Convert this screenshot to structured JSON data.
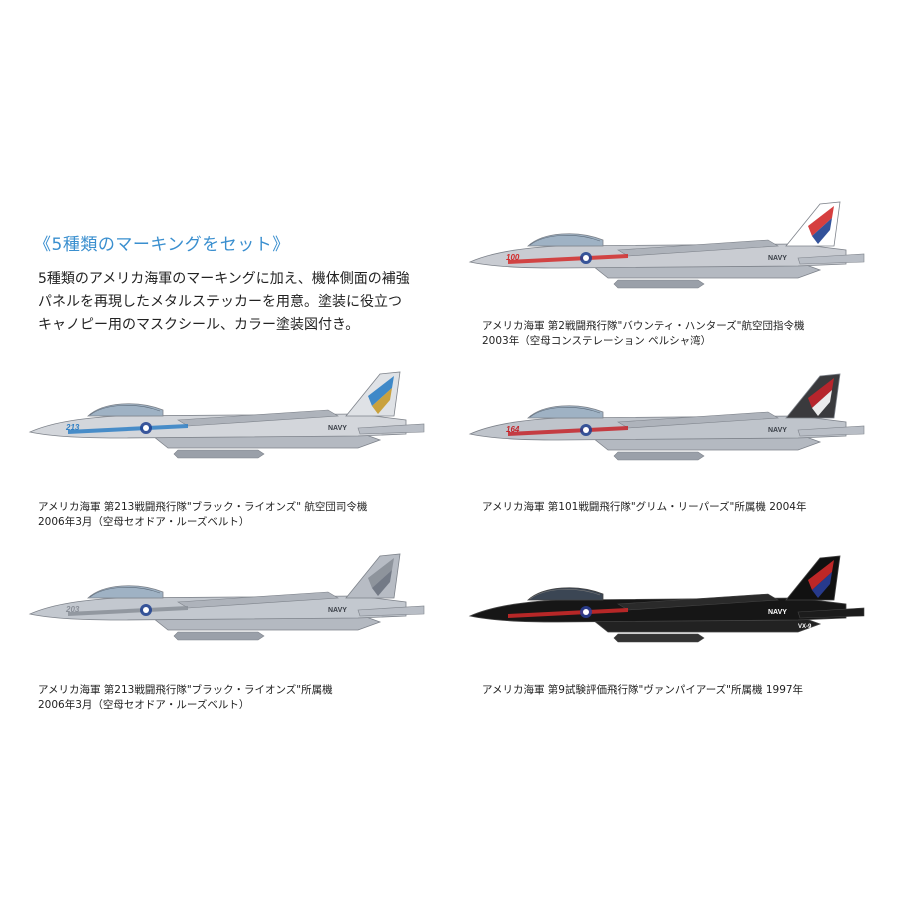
{
  "heading": "《5種類のマーキングをセット》",
  "intro_lines": [
    "5種類のアメリカ海軍のマーキングに加え、機体側面の補強",
    "パネルを再現したメタルステッカーを用意。塗装に役立つ",
    "キャノピー用のマスクシール、カラー塗装図付き。"
  ],
  "markings": [
    {
      "caption_lines": [
        "アメリカ海軍 第2戦闘飛行隊\"バウンティ・ハンターズ\"航空団指令機",
        "2003年（空母コンステレーション ペルシャ湾）"
      ],
      "nose_number": "100",
      "side_text": "NAVY",
      "fuselage_color": "#c9ccd2",
      "tail_color": "#ffffff",
      "accent_color": "#d22a2a",
      "accent2_color": "#1d3f8f"
    },
    {
      "caption_lines": [
        "アメリカ海軍 第213戦闘飛行隊\"ブラック・ライオンズ\" 航空団司令機",
        "2006年3月（空母セオドア・ルーズベルト）"
      ],
      "nose_number": "213",
      "side_text": "NAVY",
      "fuselage_color": "#d3d6db",
      "tail_color": "#dfe2e6",
      "accent_color": "#2e7fc4",
      "accent2_color": "#c79a2a"
    },
    {
      "caption_lines": [
        "アメリカ海軍 第101戦闘飛行隊\"グリム・リーパーズ\"所属機 2004年"
      ],
      "nose_number": "164",
      "side_text": "NAVY",
      "fuselage_color": "#bfc4cb",
      "tail_color": "#3a3a3d",
      "accent_color": "#c4242a",
      "accent2_color": "#ffffff"
    },
    {
      "caption_lines": [
        "アメリカ海軍 第213戦闘飛行隊\"ブラック・ライオンズ\"所属機",
        "2006年3月（空母セオドア・ルーズベルト）"
      ],
      "nose_number": "203",
      "side_text": "NAVY",
      "fuselage_color": "#c3c8cf",
      "tail_color": "#b7bcc4",
      "accent_color": "#8a8f98",
      "accent2_color": "#6c7280"
    },
    {
      "caption_lines": [
        "アメリカ海軍 第9試験評価飛行隊\"ヴァンパイアーズ\"所属機 1997年"
      ],
      "nose_number": "",
      "side_text": "NAVY",
      "tail_code": "VX-9",
      "fuselage_color": "#161616",
      "tail_color": "#111111",
      "accent_color": "#d22a2a",
      "accent2_color": "#2a3f9a"
    }
  ]
}
